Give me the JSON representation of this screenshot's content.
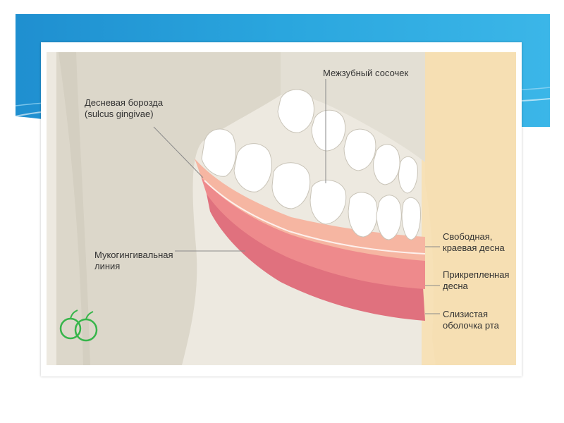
{
  "colors": {
    "header_blue": "#2a9fd8",
    "header_light": "#7fcdf2",
    "bone": "#dfdbcf",
    "skin": "#f7e1b7",
    "gum_free": "#f6b6a2",
    "gum_attached": "#ee8a8c",
    "mucosa": "#e0717e",
    "tooth": "#ffffff",
    "logo_green": "#36b54a"
  },
  "labels": {
    "interdental_papilla": "Межзубный сосочек",
    "gingival_sulcus": "Десневая борозда",
    "gingival_sulcus_latin": "(sulcus gingivae)",
    "mucogingival_line_1": "Мукогингивальная",
    "mucogingival_line_2": "линия",
    "free_gum_1": "Свободная,",
    "free_gum_2": "краевая десна",
    "attached_gum_1": "Прикрепленная",
    "attached_gum_2": "десна",
    "mucosa_1": "Слизистая",
    "mucosa_2": "оболочка рта"
  },
  "icons": {
    "logo": "green-apples-logo-icon"
  }
}
